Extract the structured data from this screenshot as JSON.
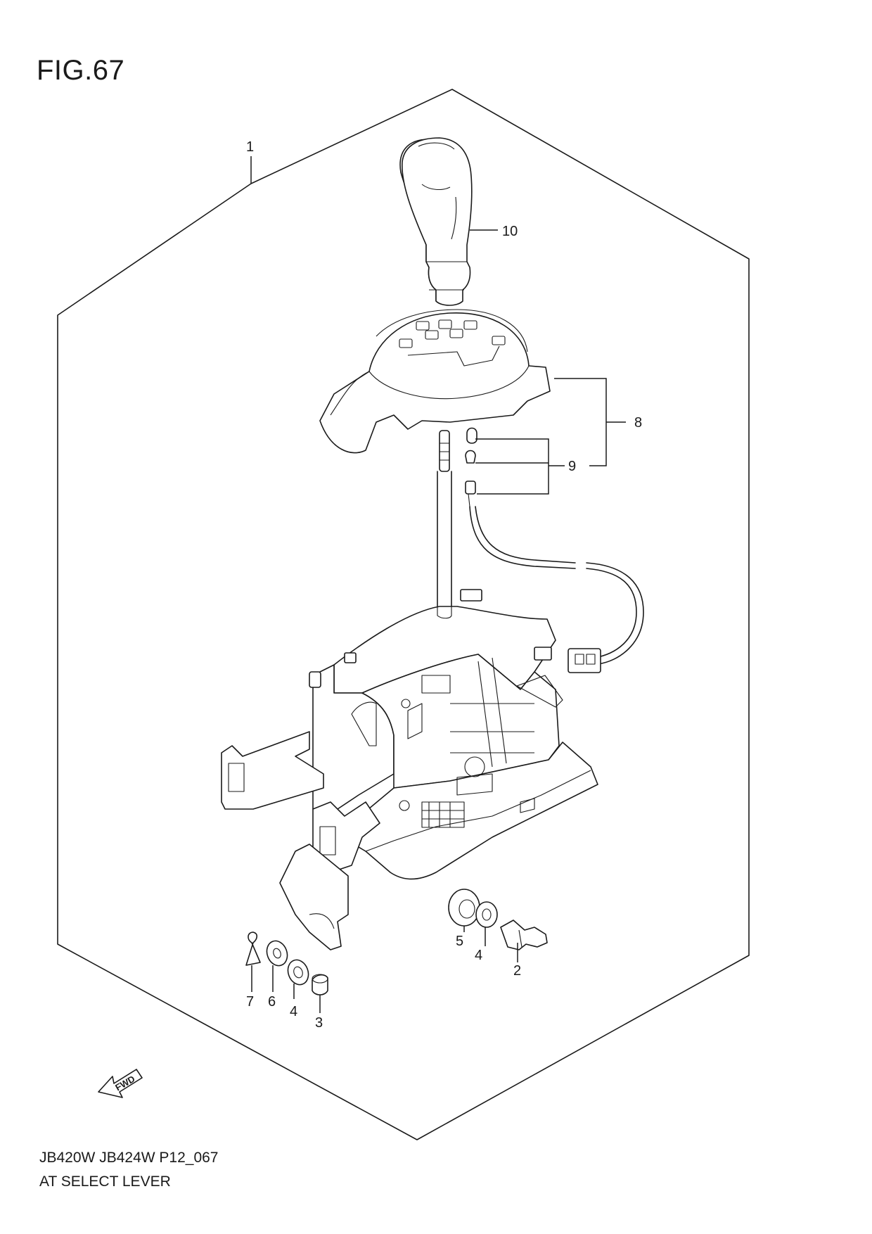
{
  "figure": {
    "title": "FIG.67",
    "model_code": "JB420W JB424W P12_067",
    "name": "AT SELECT LEVER"
  },
  "callouts": [
    "1",
    "2",
    "3",
    "4",
    "4",
    "5",
    "6",
    "7",
    "8",
    "9",
    "10"
  ],
  "fwd_label": "FWD"
}
